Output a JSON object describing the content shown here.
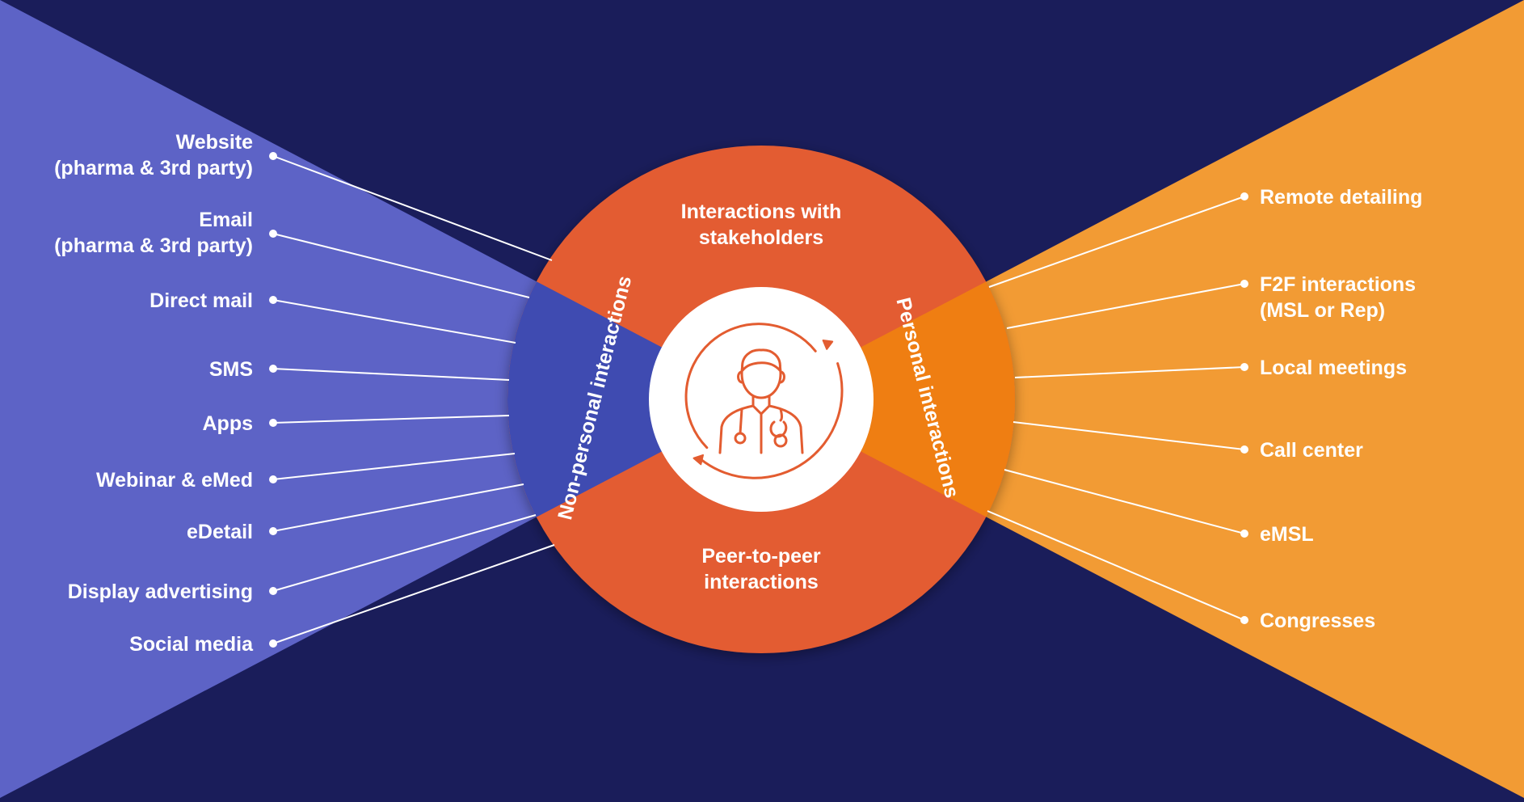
{
  "colors": {
    "background": "#1a1d5a",
    "left_fan": "#5d63c6",
    "left_ring": "#3f4bb1",
    "right_fan": "#f29b34",
    "right_ring": "#ef7e12",
    "ring_main": "#e35c30",
    "icon_stroke": "#e35c30",
    "center_bg": "#ffffff",
    "text": "#ffffff"
  },
  "center": {
    "icon": "doctor-stethoscope-icon",
    "cycle_icon": "circular-arrows-icon"
  },
  "ring": {
    "top_label": [
      "Interactions with",
      "stakeholders"
    ],
    "bottom_label": [
      "Peer-to-peer",
      "interactions"
    ],
    "left_label": "Non-personal interactions",
    "right_label": "Personal interactions"
  },
  "left_channels": [
    {
      "lines": [
        "Website",
        "(pharma & 3rd party)"
      ]
    },
    {
      "lines": [
        "Email",
        "(pharma & 3rd party)"
      ]
    },
    {
      "lines": [
        "Direct mail"
      ]
    },
    {
      "lines": [
        "SMS"
      ]
    },
    {
      "lines": [
        "Apps"
      ]
    },
    {
      "lines": [
        "Webinar & eMed"
      ]
    },
    {
      "lines": [
        "eDetail"
      ]
    },
    {
      "lines": [
        "Display advertising"
      ]
    },
    {
      "lines": [
        "Social media"
      ]
    }
  ],
  "right_channels": [
    {
      "lines": [
        "Remote detailing"
      ]
    },
    {
      "lines": [
        "F2F interactions",
        "(MSL or Rep)"
      ]
    },
    {
      "lines": [
        "Local meetings"
      ]
    },
    {
      "lines": [
        "Call center"
      ]
    },
    {
      "lines": [
        "eMSL"
      ]
    },
    {
      "lines": [
        "Congresses"
      ]
    }
  ]
}
